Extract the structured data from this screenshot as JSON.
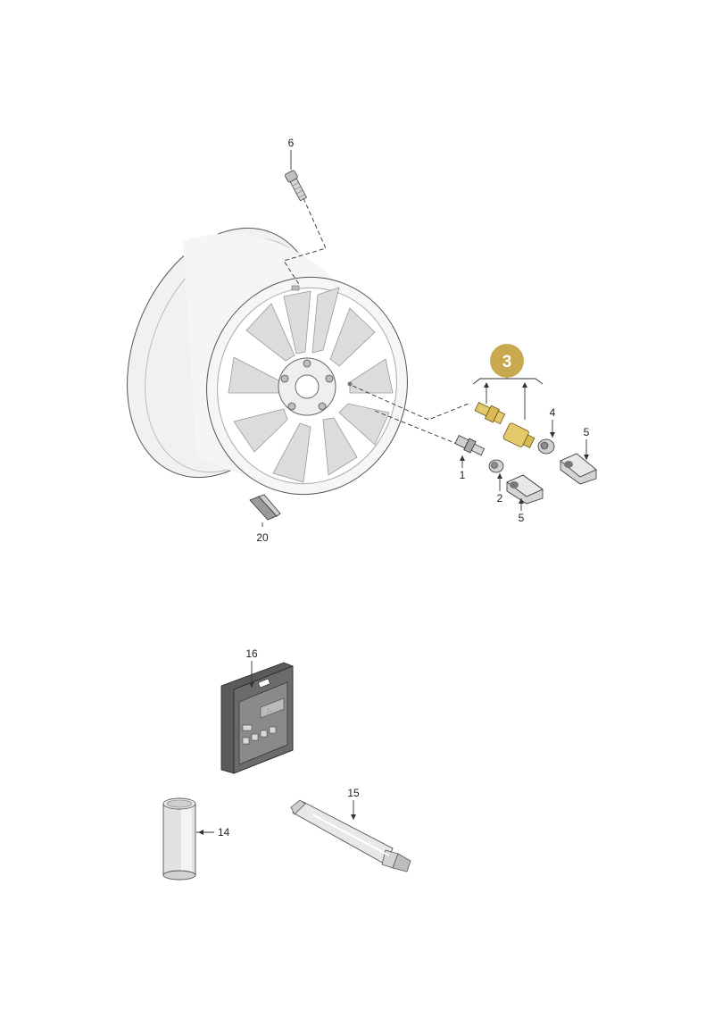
{
  "diagram": {
    "callouts": {
      "p1": "1",
      "p2": "2",
      "p3": "3",
      "p4": "4",
      "p5a": "5",
      "p5b": "5",
      "p6": "6",
      "p14": "14",
      "p15": "15",
      "p16": "16",
      "p20": "20"
    },
    "colors": {
      "highlight": "#c9a94f",
      "highlight_part": "#e3c96a",
      "wheel_fill": "#f3f3f3",
      "part_fill": "#d8d8d8"
    }
  }
}
